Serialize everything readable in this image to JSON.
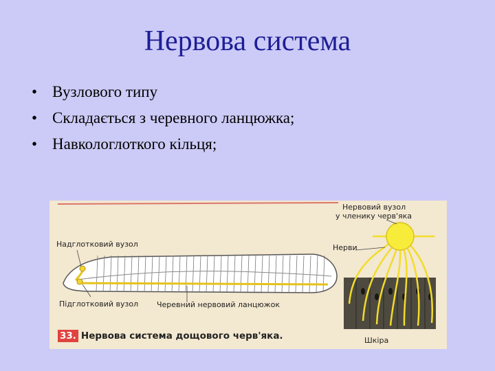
{
  "slide": {
    "title": "Нервова система",
    "bullets": [
      "Вузлового типу",
      "Складається з черевного ланцюжка;",
      "Навкологлоткого кільця;"
    ]
  },
  "figure": {
    "labels": {
      "supra": "Надглотковий вузол",
      "sub": "Підглотковий вузол",
      "chain_1": "Черевний нервовий",
      "chain_2": "ланцюжок",
      "ganglion_1": "Нервовий вузол",
      "ganglion_2": "у членику черв'яка",
      "nerves": "Нерви",
      "skin": "Шкіра"
    },
    "caption_number": "33.",
    "caption_text": "Нервова система дощового черв'яка."
  }
}
